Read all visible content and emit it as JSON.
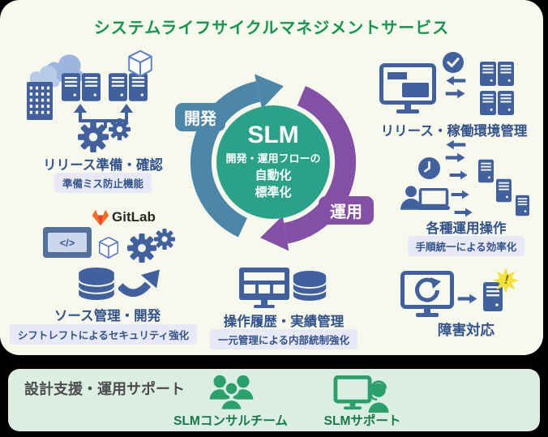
{
  "page": {
    "title": "システムライフサイクルマネジメントサービス"
  },
  "center": {
    "slm": "SLM",
    "sub1": "開発・運用フローの",
    "sub2": "自動化",
    "sub3": "標準化",
    "dev": "開発",
    "ops": "運用"
  },
  "left_top": {
    "label": "リリース準備・確認",
    "badge": "準備ミス防止機能"
  },
  "source": {
    "logo": "GitLab",
    "code": "</>",
    "label": "ソース管理・開発",
    "badge": "シフトレフトによるセキュリティ強化"
  },
  "bottom_center": {
    "label": "操作履歴・実績管理",
    "badge": "一元管理による内部統制強化"
  },
  "right_top": {
    "label": "リリース・稼働環境管理"
  },
  "right_mid": {
    "label": "各種運用操作",
    "badge": "手順統一による効率化"
  },
  "right_bottom": {
    "label": "障害対応",
    "alert": "!"
  },
  "support": {
    "title": "設計支援・運用サポート",
    "consult": "SLMコンサルチーム",
    "support": "SLMサポート"
  },
  "colors": {
    "background_card": "#f6f9ec",
    "support_card": "#dceee3",
    "title_green": "#13964d",
    "circle_green": "#2aa287",
    "dev_blue": "#4c86a9",
    "ops_purple": "#8450a6",
    "icon_navy": "#41619e",
    "label_navy": "#33538c",
    "chip_bg": "#e8e9f7",
    "support_green": "#2aa06d",
    "alert_yellow": "#f2e23c",
    "gitlab_orange": "#fc6d26"
  }
}
